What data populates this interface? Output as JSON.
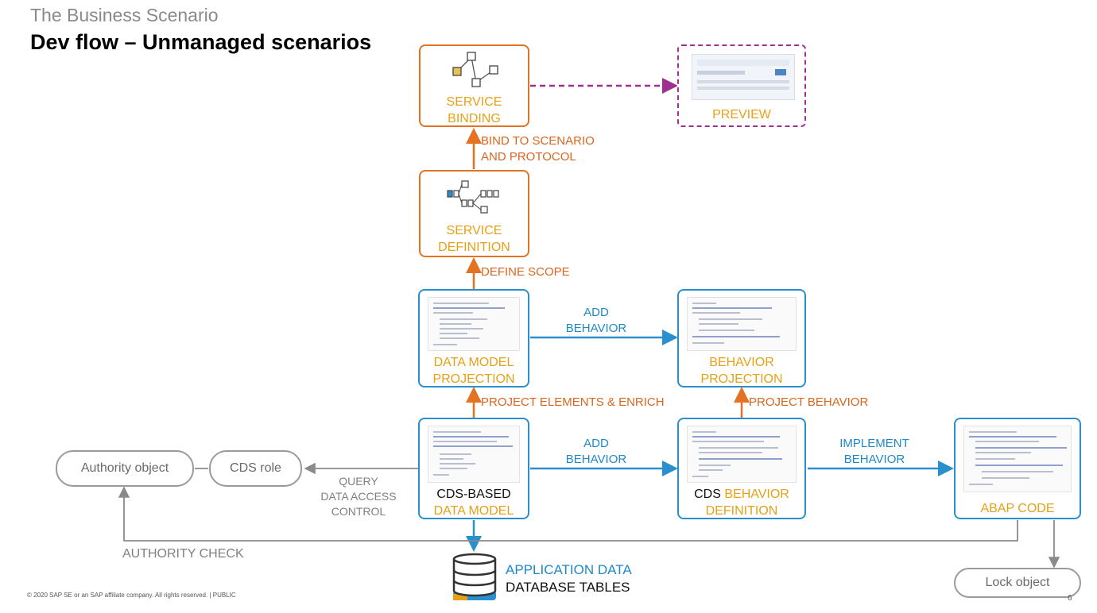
{
  "header": {
    "subtitle": "The Business Scenario",
    "title": "Dev flow – Unmanaged scenarios"
  },
  "nodes": {
    "service_binding": [
      "SERVICE",
      "BINDING"
    ],
    "preview": "PREVIEW",
    "service_definition": [
      "SERVICE",
      "DEFINITION"
    ],
    "data_model_projection": [
      "DATA MODEL",
      "PROJECTION"
    ],
    "behavior_projection": [
      "BEHAVIOR",
      "PROJECTION"
    ],
    "cds_data_model": {
      "line1": "CDS-BASED",
      "line2": "DATA MODEL"
    },
    "cds_behavior_definition": {
      "prefix": "CDS ",
      "line1": "BEHAVIOR",
      "line2": "DEFINITION"
    },
    "abap_code": "ABAP CODE",
    "authority_object": "Authority object",
    "cds_role": "CDS role",
    "lock_object": "Lock object",
    "application_data": {
      "line1": "APPLICATION DATA",
      "line2": "DATABASE TABLES"
    }
  },
  "edges": {
    "bind": [
      "BIND TO SCENARIO",
      "AND PROTOCOL"
    ],
    "define_scope": "DEFINE SCOPE",
    "add_behavior_top": [
      "ADD",
      "BEHAVIOR"
    ],
    "add_behavior_bottom": [
      "ADD",
      "BEHAVIOR"
    ],
    "project_elements": "PROJECT ELEMENTS & ENRICH",
    "project_behavior": "PROJECT BEHAVIOR",
    "implement_behavior": [
      "IMPLEMENT",
      "BEHAVIOR"
    ],
    "query_dac": [
      "QUERY",
      "DATA ACCESS",
      "CONTROL"
    ],
    "authority_check": "AUTHORITY CHECK"
  },
  "footer": {
    "copyright": "© 2020 SAP SE or an SAP affiliate company. All rights reserved.  |  PUBLIC",
    "page": "6"
  },
  "colors": {
    "orange": "#e37322",
    "blue": "#2a8fcf",
    "gold": "#e6a117",
    "purple": "#a0308f",
    "gray": "#9a9a9a"
  }
}
